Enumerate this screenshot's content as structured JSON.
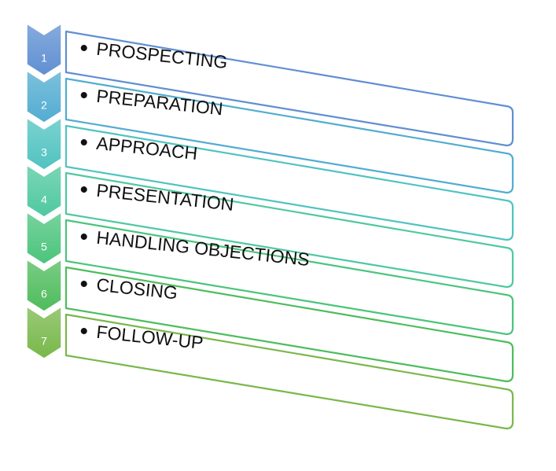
{
  "diagram": {
    "steps": [
      {
        "number": "1",
        "label": "PROSPECTING",
        "color": "#5f8fd2"
      },
      {
        "number": "2",
        "label": "PREPARATION",
        "color": "#52acd1"
      },
      {
        "number": "3",
        "label": "APPROACH",
        "color": "#50c3c0"
      },
      {
        "number": "4",
        "label": "PRESENTATION",
        "color": "#4fc8a0"
      },
      {
        "number": "5",
        "label": "HANDLING OBJECTIONS",
        "color": "#4bc47c"
      },
      {
        "number": "6",
        "label": "CLOSING",
        "color": "#4ebc5c"
      },
      {
        "number": "7",
        "label": "FOLLOW-UP",
        "color": "#78b84a"
      }
    ]
  }
}
